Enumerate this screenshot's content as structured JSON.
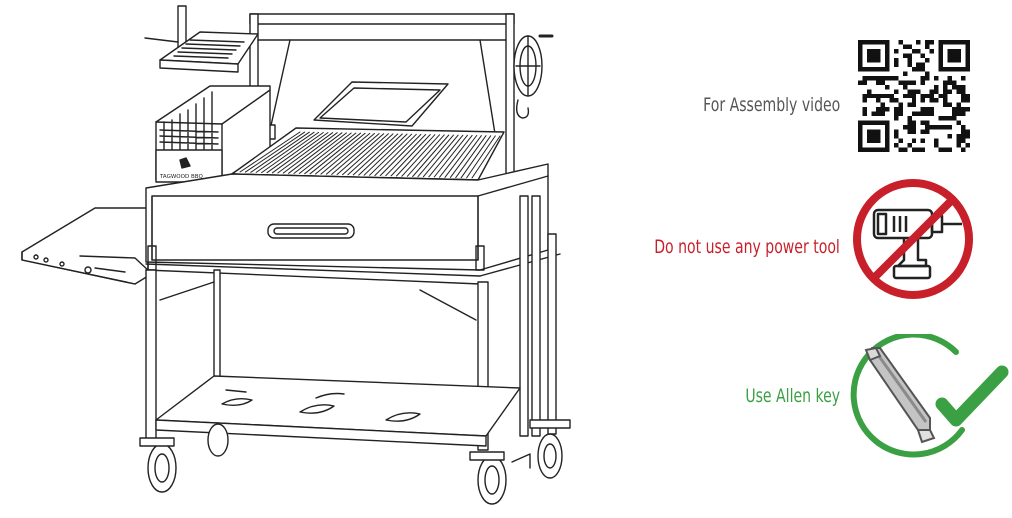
{
  "product": {
    "box_brand": "TAGWOOD BBQ"
  },
  "notes": [
    {
      "id": "video",
      "text": "For Assembly video",
      "color": "#555555",
      "icon": "qr-code-icon"
    },
    {
      "id": "power",
      "text": "Do not use any power tool",
      "color": "#c8202a",
      "icon": "no-power-drill-icon"
    },
    {
      "id": "allen",
      "text": "Use Allen key",
      "color": "#3aa043",
      "icon": "allen-key-check-icon"
    }
  ],
  "colors": {
    "line": "#222222",
    "prohibit": "#c8202a",
    "ok": "#3aa043"
  }
}
